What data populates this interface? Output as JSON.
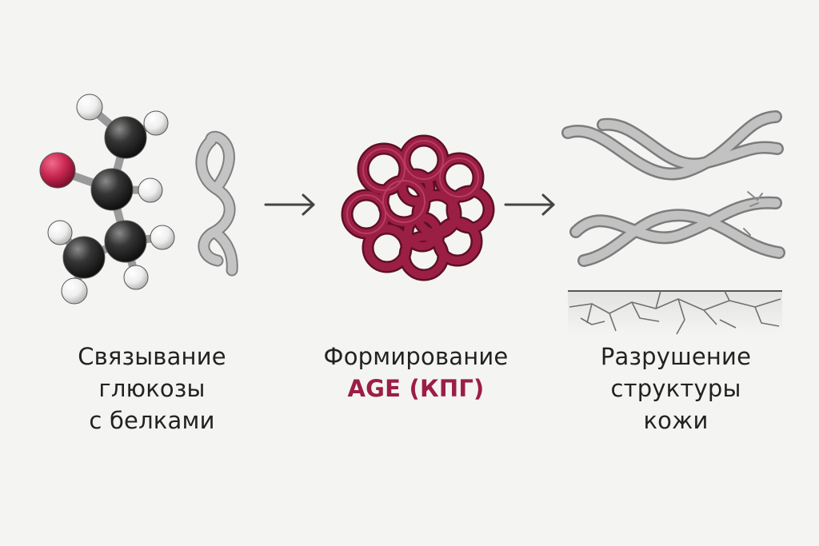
{
  "steps": [
    {
      "lines": [
        "Связывание",
        "глюкозы",
        "с белками"
      ]
    },
    {
      "line1": "Формирование",
      "line2": "AGE (КПГ)"
    },
    {
      "lines": [
        "Разрушение",
        "структуры",
        "кожи"
      ]
    }
  ],
  "colors": {
    "background": "#f4f4f3",
    "text": "#222222",
    "accent": "#9b1f45",
    "oxygen_atom": "#c8264f",
    "carbon_atom": "#2b2b2b",
    "hydrogen_atom": "#eeeeee",
    "fiber": "#b0b0b0",
    "arrow": "#444444"
  },
  "icons": [
    "glucose-molecule-icon",
    "protein-strand-icon",
    "arrow-right-icon",
    "age-tangle-icon",
    "collagen-fibers-icon",
    "cracked-skin-icon"
  ]
}
